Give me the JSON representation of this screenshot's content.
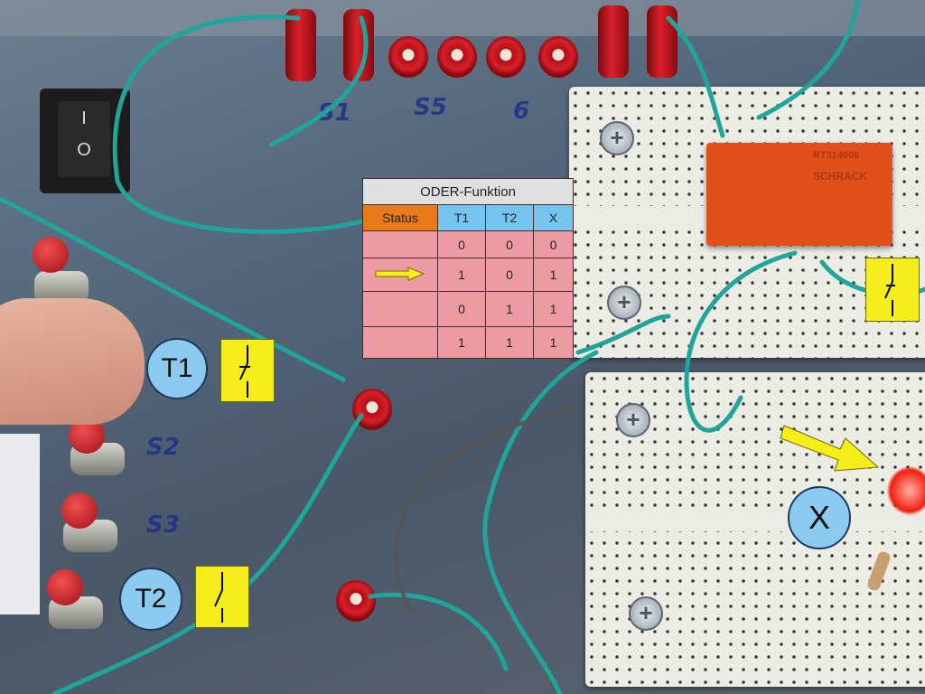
{
  "table": {
    "title": "ODER-Funktion",
    "headers": [
      "Status",
      "T1",
      "T2",
      "X"
    ],
    "rows": [
      {
        "status_arrow": false,
        "t1": "0",
        "t2": "0",
        "x": "0"
      },
      {
        "status_arrow": true,
        "t1": "1",
        "t2": "0",
        "x": "1"
      },
      {
        "status_arrow": false,
        "t1": "0",
        "t2": "1",
        "x": "1"
      },
      {
        "status_arrow": false,
        "t1": "1",
        "t2": "1",
        "x": "1"
      }
    ],
    "colors": {
      "title": "#e0e0e0",
      "status_header": "#e87a1a",
      "col_header": "#74c4ee",
      "cells": "#ee9aa2",
      "arrow": "#f6ee1a"
    }
  },
  "labels": {
    "t1": "T1",
    "t2": "T2",
    "x": "X"
  },
  "markers": {
    "s1": "S1",
    "s5": "S5",
    "s6": "6",
    "s2": "S2",
    "s3": "S3"
  },
  "relay": {
    "model": "RT314006",
    "brand": "SCHRACK"
  },
  "rocker": {
    "on": "I",
    "off": "O"
  }
}
